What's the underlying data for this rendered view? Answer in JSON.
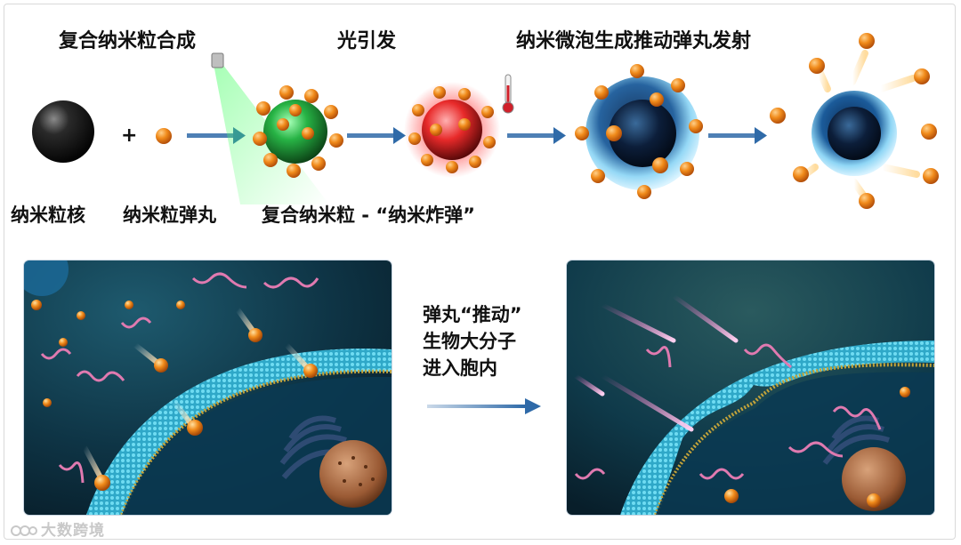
{
  "top": {
    "title_synthesis": "复合纳米粒合成",
    "title_light": "光引发",
    "title_launch": "纳米微泡生成推动弹丸发射"
  },
  "labels": {
    "core": "纳米粒核",
    "pellet": "纳米粒弹丸",
    "composite": "复合纳米粒 - “纳米炸弹”",
    "plus": "+"
  },
  "middle": {
    "line1": "弹丸“推动”",
    "line2": "生物大分子",
    "line3": "进入胞内"
  },
  "watermark": {
    "text": "大数跨境"
  },
  "colors": {
    "pellet": "#f08a1a",
    "arrow": "#2f6aa8",
    "membrane": "#3bb6d6",
    "background_panel": "#0c2a3a",
    "green_glow": "#2fd15a",
    "red_glow": "#ff3030"
  }
}
